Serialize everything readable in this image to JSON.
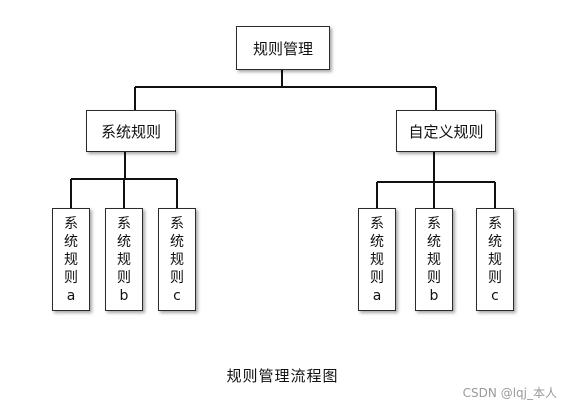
{
  "root": {
    "label": "规则管理"
  },
  "branches": [
    {
      "label": "系统规则",
      "children": [
        {
          "label": "系统规则",
          "suffix": "a"
        },
        {
          "label": "系统规则",
          "suffix": "b"
        },
        {
          "label": "系统规则",
          "suffix": "c"
        }
      ]
    },
    {
      "label": "自定义规则",
      "children": [
        {
          "label": "系统规则",
          "suffix": "a"
        },
        {
          "label": "系统规则",
          "suffix": "b"
        },
        {
          "label": "系统规则",
          "suffix": "c"
        }
      ]
    }
  ],
  "caption": "规则管理流程图",
  "watermark": "CSDN @lqj_本人"
}
